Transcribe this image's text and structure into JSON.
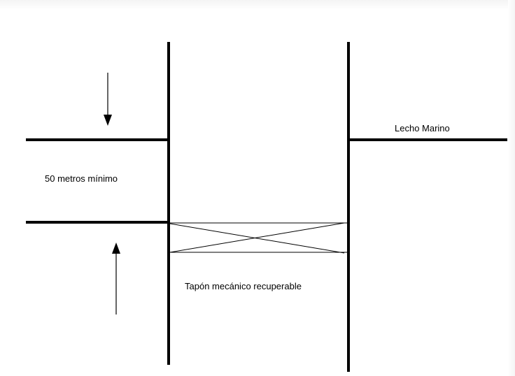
{
  "labels": {
    "seabed": "Lecho Marino",
    "min_distance": "50 metros mínimo",
    "plug": "Tapón mecánico recuperable"
  }
}
